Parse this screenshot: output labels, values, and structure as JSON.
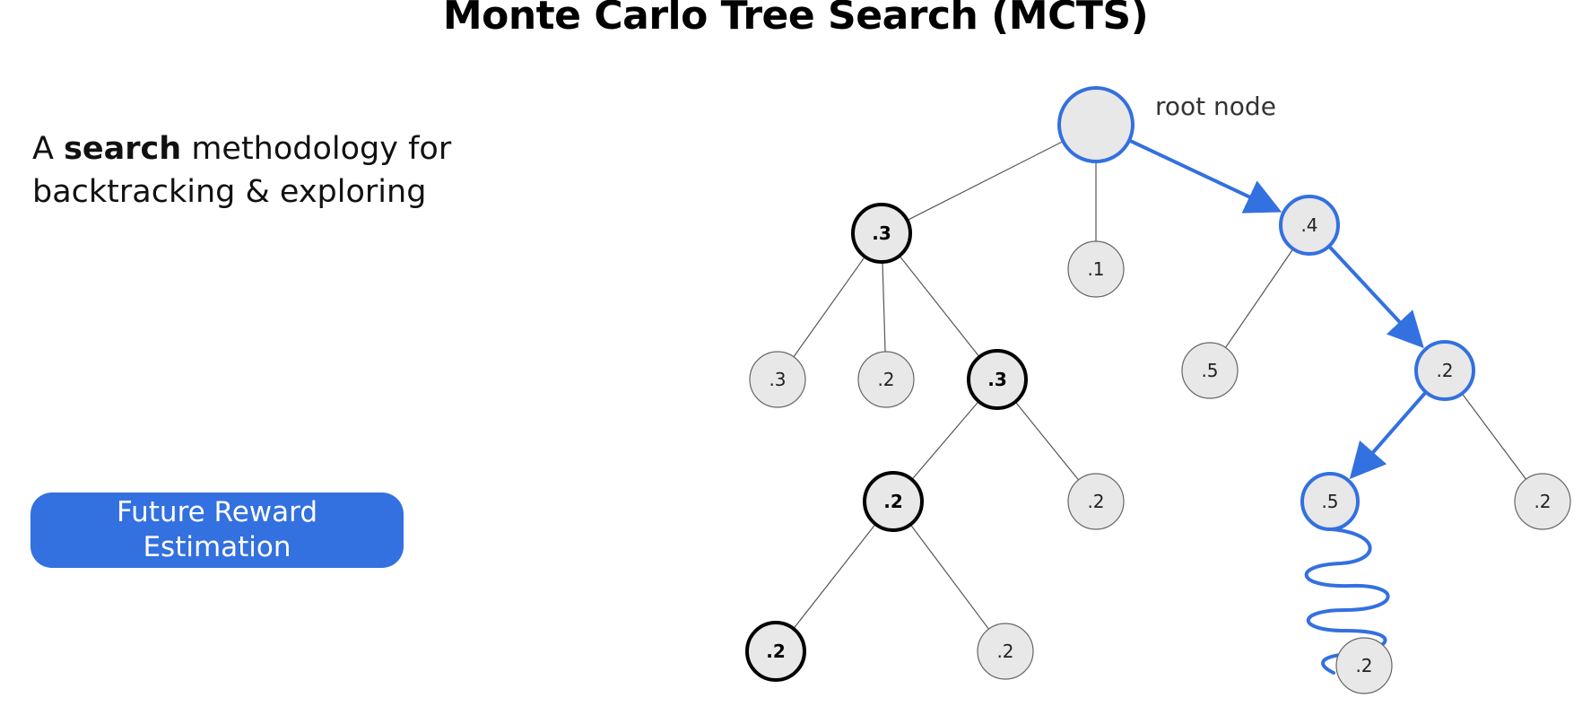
{
  "title": "Monte Carlo Tree Search (MCTS)",
  "tagline": {
    "prefix": "A ",
    "bold": "search",
    "suffix": " methodology for",
    "line2": "backtracking & exploring"
  },
  "button": {
    "line1": "Future Reward",
    "line2": "Estimation"
  },
  "root_caption": "root node",
  "colors": {
    "accent": "#3370e0",
    "node_fill": "#e8e8e8",
    "edge": "#555555",
    "bold_outline": "#000000"
  },
  "tree": {
    "nodes": [
      {
        "id": "root",
        "label": "",
        "style": "highlight"
      },
      {
        "id": "a",
        "label": ".3",
        "style": "bold"
      },
      {
        "id": "b",
        "label": ".1",
        "style": "normal"
      },
      {
        "id": "c",
        "label": ".4",
        "style": "highlight"
      },
      {
        "id": "a1",
        "label": ".3",
        "style": "normal"
      },
      {
        "id": "a2",
        "label": ".2",
        "style": "normal"
      },
      {
        "id": "a3",
        "label": ".3",
        "style": "bold"
      },
      {
        "id": "c1",
        "label": ".5",
        "style": "normal"
      },
      {
        "id": "c2",
        "label": ".2",
        "style": "highlight"
      },
      {
        "id": "a3a",
        "label": ".2",
        "style": "bold"
      },
      {
        "id": "a3b",
        "label": ".2",
        "style": "normal"
      },
      {
        "id": "c2a",
        "label": ".5",
        "style": "highlight"
      },
      {
        "id": "c2b",
        "label": ".2",
        "style": "normal"
      },
      {
        "id": "a3a1",
        "label": ".2",
        "style": "bold"
      },
      {
        "id": "a3a2",
        "label": ".2",
        "style": "normal"
      },
      {
        "id": "sim",
        "label": ".2",
        "style": "normal"
      }
    ],
    "edges": [
      {
        "from": "root",
        "to": "a",
        "type": "normal"
      },
      {
        "from": "root",
        "to": "b",
        "type": "normal"
      },
      {
        "from": "root",
        "to": "c",
        "type": "selected"
      },
      {
        "from": "a",
        "to": "a1",
        "type": "normal"
      },
      {
        "from": "a",
        "to": "a2",
        "type": "normal"
      },
      {
        "from": "a",
        "to": "a3",
        "type": "normal"
      },
      {
        "from": "c",
        "to": "c1",
        "type": "normal"
      },
      {
        "from": "c",
        "to": "c2",
        "type": "selected"
      },
      {
        "from": "a3",
        "to": "a3a",
        "type": "normal"
      },
      {
        "from": "a3",
        "to": "a3b",
        "type": "normal"
      },
      {
        "from": "c2",
        "to": "c2a",
        "type": "selected"
      },
      {
        "from": "c2",
        "to": "c2b",
        "type": "normal"
      },
      {
        "from": "a3a",
        "to": "a3a1",
        "type": "normal"
      },
      {
        "from": "a3a",
        "to": "a3a2",
        "type": "normal"
      },
      {
        "from": "c2a",
        "to": "sim",
        "type": "rollout"
      }
    ]
  }
}
